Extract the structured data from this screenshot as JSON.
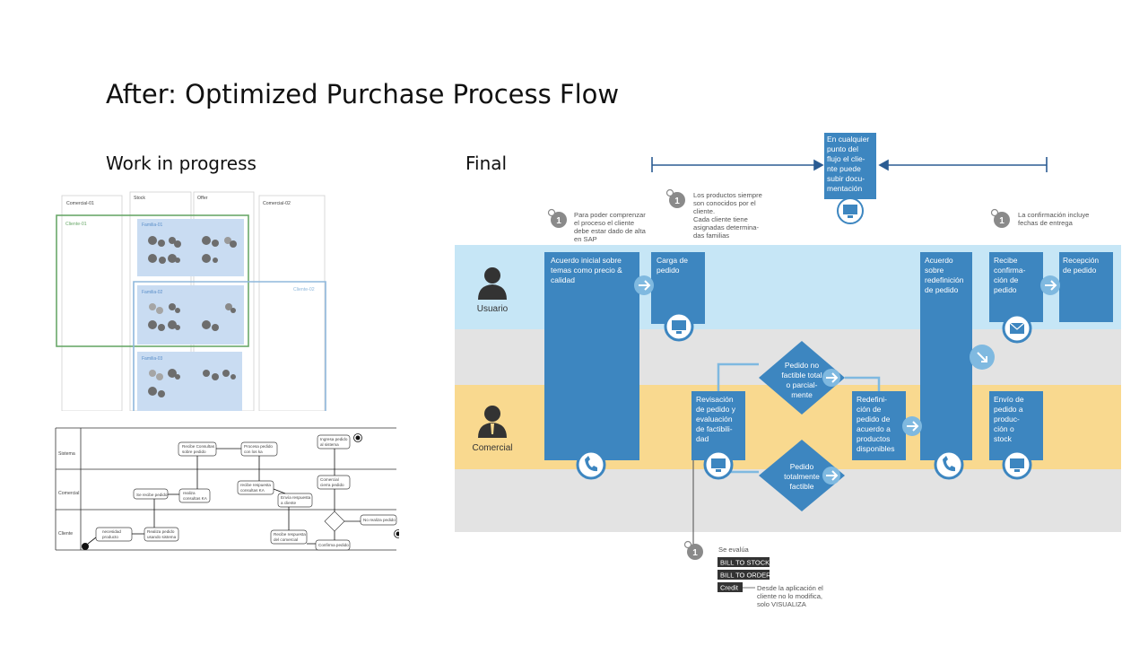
{
  "page": {
    "title": "After: Optimized Purchase Process Flow",
    "wip_label": "Work in progress",
    "final_label": "Final"
  },
  "colors": {
    "blue_box": "#3d86c0",
    "usuario_band": "#c6e6f6",
    "gray_band": "#e3e3e3",
    "comercial_band": "#f9d98f",
    "lane_green": "#6aa86a",
    "lane_blue": "#8fb8dc",
    "family_fill": "#c9dcf2"
  },
  "wip": {
    "columns": [
      "Comercial-01",
      "Stock",
      "Offer",
      "Comercial-02"
    ],
    "clients": [
      "Cliente-01",
      "Cliente-02"
    ],
    "families": [
      "Familia-01",
      "Familia-02",
      "Familia-03"
    ],
    "lanes": [
      "Sistema",
      "Comercial",
      "Cliente"
    ],
    "nodes": {
      "recibe_consultas": [
        "Recibe Consultas",
        "sobre pedido"
      ],
      "procesa_pedido": [
        "Procesa pedido",
        "con los ka"
      ],
      "ingresa_pedido": [
        "Ingresa pedido",
        "al sistema"
      ],
      "se_recibe_pedido": [
        "Se recibe pedido"
      ],
      "realiza_consultas": [
        "realiza",
        "consultas KA"
      ],
      "recibe_respuesta_ka": [
        "recibe respuesta",
        "consultas KA"
      ],
      "envia_respuesta": [
        "Envía respuesta",
        "a cliente"
      ],
      "comercial_cierra": [
        "Comercial",
        "cierra pedido"
      ],
      "necesidad_producto": [
        "necesidad",
        "producto"
      ],
      "realiza_pedido": [
        "Realiza pedido",
        "usando sistema"
      ],
      "recibe_respuesta_comercial": [
        "Recibe respuesta",
        "del comercial"
      ],
      "confirma_pedido": [
        "Confirma pedido"
      ],
      "no_realiza_pedido": [
        "No realiza pedido"
      ]
    }
  },
  "final": {
    "lanes": {
      "usuario": "Usuario",
      "comercial": "Comercial"
    },
    "top_note": [
      "En cualquier",
      "punto del",
      "flujo el clie-",
      "nte puede",
      "subir docu-",
      "mentación"
    ],
    "notes": {
      "n1": [
        "Para poder comprenzar",
        "el proceso el cliente",
        "debe estar dado de alta",
        "en SAP"
      ],
      "n2": [
        "Los productos siempre",
        "son conocidos por el",
        "cliente.",
        "Cada cliente tiene",
        "asignadas determina-",
        "das familias"
      ],
      "n3": [
        "La confirmación incluye",
        "fechas de entrega"
      ],
      "n4_title": "Se evalúa",
      "n4_tags": [
        "BILL TO STOCK",
        "BILL TO ORDER",
        "Credit"
      ],
      "n4_desc": [
        "Desde la aplicación el",
        "cliente no lo modifica,",
        "solo VISUALIZA"
      ],
      "badge": "1"
    },
    "boxes": {
      "acuerdo_inicial": [
        "Acuerdo inicial sobre",
        "temas como precio &",
        "calidad"
      ],
      "carga_pedido": [
        "Carga de",
        "pedido"
      ],
      "acuerdo_redefinicion": [
        "Acuerdo",
        "sobre",
        "redefinición",
        "de pedido"
      ],
      "recibe_confirmacion": [
        "Recibe",
        "confirma-",
        "ción de",
        "pedido"
      ],
      "recepcion_pedido": [
        "Recepción",
        "de pedido"
      ],
      "revision_pedido": [
        "Revisación",
        "de pedido y",
        "evaluación",
        "de factibili-",
        "dad"
      ],
      "redefinicion_pedido": [
        "Redefini-",
        "ción de",
        "pedido de",
        "acuerdo a",
        "productos",
        "disponibles"
      ],
      "envio_pedido": [
        "Envío de",
        "pedido a",
        "produc-",
        "ción o",
        "stock"
      ]
    },
    "diamonds": {
      "no_factible": [
        "Pedido no",
        "factible total",
        "o parcial-",
        "mente"
      ],
      "factible": [
        "Pedido",
        "totalmente",
        "factible"
      ]
    }
  }
}
